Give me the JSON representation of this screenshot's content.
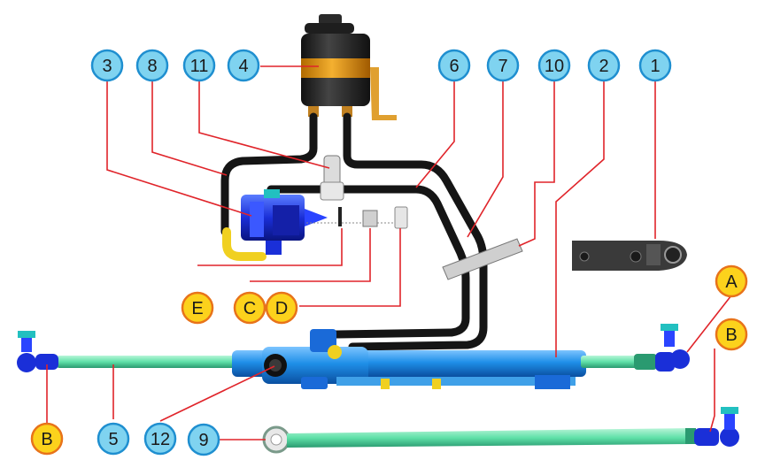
{
  "diagram": {
    "callouts": [
      {
        "id": "c3",
        "label": "3",
        "style": "blue"
      },
      {
        "id": "c8",
        "label": "8",
        "style": "blue"
      },
      {
        "id": "c11",
        "label": "11",
        "style": "blue"
      },
      {
        "id": "c4",
        "label": "4",
        "style": "blue"
      },
      {
        "id": "c6",
        "label": "6",
        "style": "blue"
      },
      {
        "id": "c7",
        "label": "7",
        "style": "blue"
      },
      {
        "id": "c10",
        "label": "10",
        "style": "blue"
      },
      {
        "id": "c2",
        "label": "2",
        "style": "blue"
      },
      {
        "id": "c1",
        "label": "1",
        "style": "blue"
      },
      {
        "id": "cE",
        "label": "E",
        "style": "orange"
      },
      {
        "id": "cC",
        "label": "C",
        "style": "orange"
      },
      {
        "id": "cD",
        "label": "D",
        "style": "orange"
      },
      {
        "id": "cA",
        "label": "A",
        "style": "orange"
      },
      {
        "id": "cB1",
        "label": "B",
        "style": "orange"
      },
      {
        "id": "cB2",
        "label": "B",
        "style": "orange"
      },
      {
        "id": "c5",
        "label": "5",
        "style": "blue"
      },
      {
        "id": "c12",
        "label": "12",
        "style": "blue"
      },
      {
        "id": "c9",
        "label": "9",
        "style": "blue"
      }
    ],
    "colors": {
      "blue_fill": "#7fd3f0",
      "blue_stroke": "#1f8fd0",
      "orange_fill": "#fcd21c",
      "orange_stroke": "#e8731a",
      "label_text": "#1a1a1a",
      "leader": "#e0242a",
      "hose": "#151515",
      "tie_rod": "#5fe0a8",
      "rack_body": "#1f8fe8",
      "pump": "#1a2fd8",
      "reservoir_band": "#f0a020",
      "yellow_pipe": "#f0d020",
      "bracket": "#3a3a3a"
    }
  }
}
